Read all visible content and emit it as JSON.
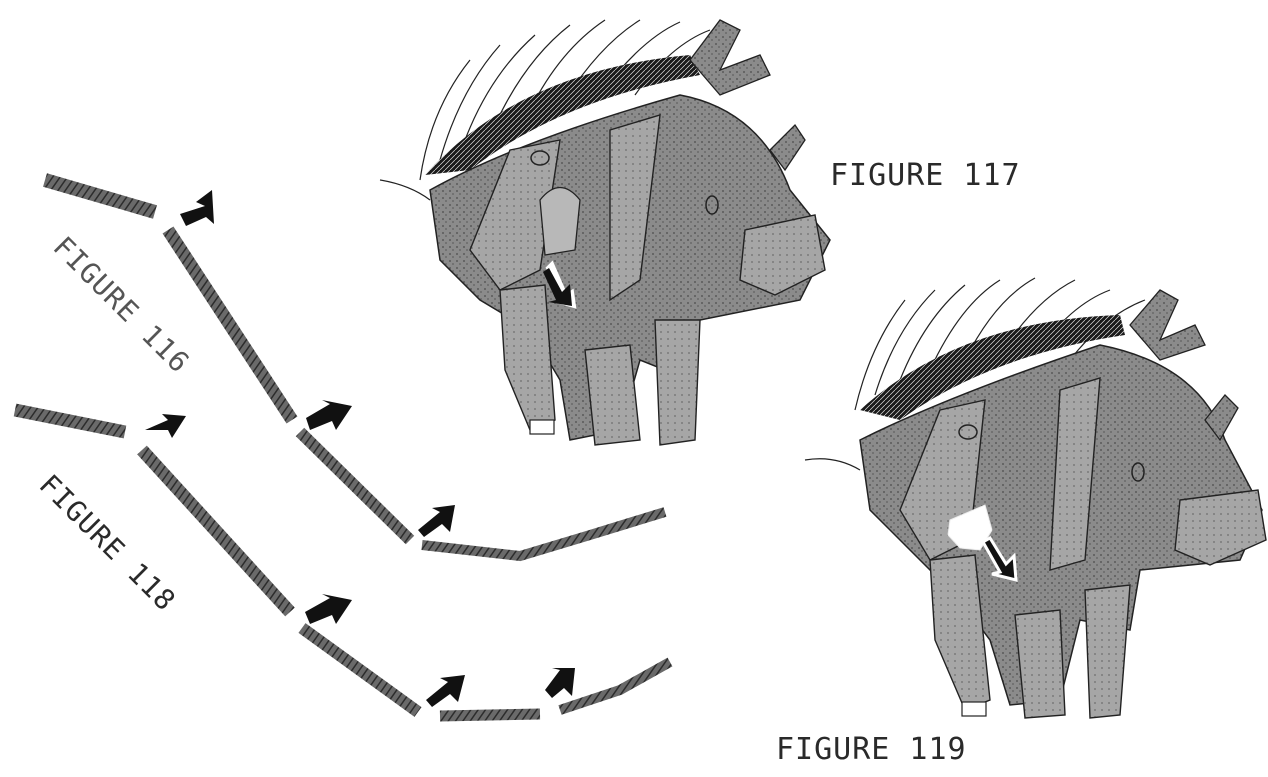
{
  "figures": [
    {
      "id": "116",
      "label": "FIGURE 116",
      "subject": "mite leg segments with joint arrows"
    },
    {
      "id": "117",
      "label": "FIGURE 117",
      "subject": "mite body ventral view"
    },
    {
      "id": "118",
      "label": "FIGURE 118",
      "subject": "mite leg segments with joint arrows"
    },
    {
      "id": "119",
      "label": "FIGURE 119",
      "subject": "mite body ventral view"
    }
  ]
}
